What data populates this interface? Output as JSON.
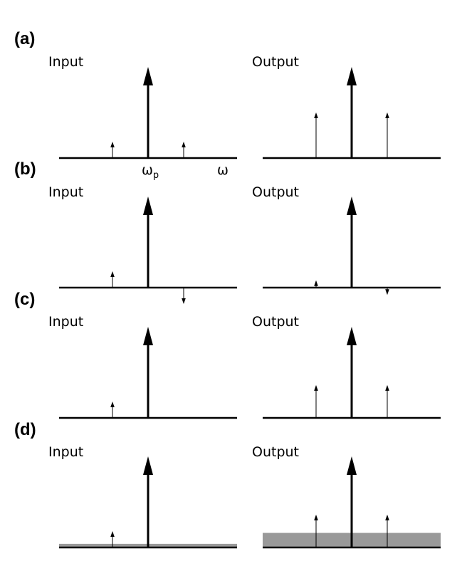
{
  "panels": [
    {
      "label": "(a)",
      "input_title": "Input",
      "output_title": "Output",
      "input_sidebands": [
        0.18,
        0.18
      ],
      "output_sidebands": [
        0.5,
        0.5
      ],
      "input_noise": 0,
      "output_noise": 0
    },
    {
      "label": "(b)",
      "input_title": "Input",
      "output_title": "Output",
      "input_sidebands": [
        0.18,
        -0.18
      ],
      "output_sidebands": [
        0.08,
        -0.08
      ],
      "input_noise": 0,
      "output_noise": 0
    },
    {
      "label": "(c)",
      "input_title": "Input",
      "output_title": "Output",
      "input_sidebands": [
        0.18,
        0
      ],
      "output_sidebands": [
        0.36,
        0.36
      ],
      "input_noise": 0,
      "output_noise": 0
    },
    {
      "label": "(d)",
      "input_title": "Input",
      "output_title": "Output",
      "input_sidebands": [
        0.18,
        0
      ],
      "output_sidebands": [
        0.36,
        0.36
      ],
      "input_noise": 0.04,
      "output_noise": 0.16
    }
  ],
  "axis": {
    "pump_label": "ω",
    "pump_subscript": "p",
    "freq_label": "ω"
  },
  "colors": {
    "arrow": "#000000",
    "noise": "#999999"
  }
}
